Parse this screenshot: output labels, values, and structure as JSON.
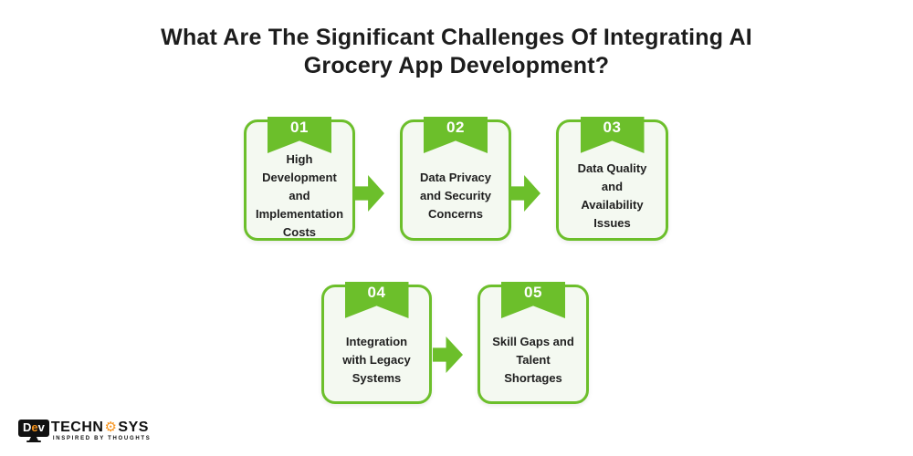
{
  "page": {
    "background": "#ffffff",
    "accent_green": "#6cbf2b",
    "card_background": "#f4f9f1",
    "text_dark": "#1f1f1f",
    "accent_orange": "#f7941d"
  },
  "title": "What Are The Significant Challenges Of Integrating AI\nGrocery App Development?",
  "cards": [
    {
      "number": "01",
      "label": "High\nDevelopment\nand\nImplementation\nCosts"
    },
    {
      "number": "02",
      "label": "Data Privacy\nand Security\nConcerns"
    },
    {
      "number": "03",
      "label": "Data Quality\nand\nAvailability\nIssues"
    },
    {
      "number": "04",
      "label": "Integration\nwith Legacy\nSystems"
    },
    {
      "number": "05",
      "label": "Skill Gaps and\nTalent\nShortages"
    }
  ],
  "icons": {
    "arrow": "arrow-right-icon",
    "gear": "gear-icon",
    "gear_glyph": "⚙"
  },
  "logo": {
    "dev_d": "D",
    "dev_e": "e",
    "dev_v": "v",
    "brand_part1": "TECHN",
    "brand_part2": "SYS",
    "tagline": "INSPIRED BY THOUGHTS"
  }
}
